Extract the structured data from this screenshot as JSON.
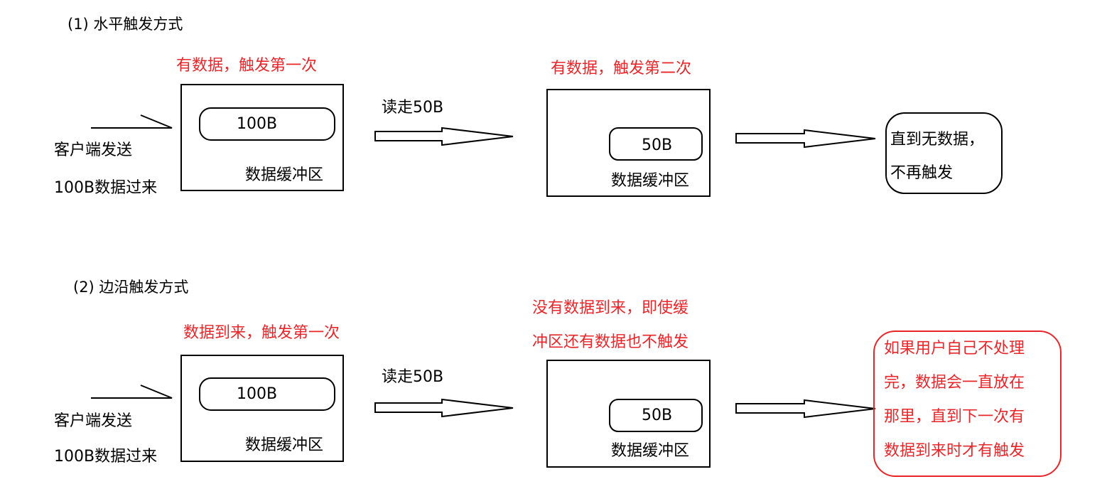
{
  "colors": {
    "stroke": "#000000",
    "red": "#e8262a",
    "background": "#ffffff"
  },
  "level": {
    "title": "(1) 水平触发方式",
    "label_first": "有数据，触发第一次",
    "label_second": "有数据，触发第二次",
    "client_line1": "客户端发送",
    "client_line2": "100B数据过来",
    "pill_100": "100B",
    "buffer_label": "数据缓冲区",
    "read": "读走50B",
    "pill_50": "50B",
    "note_line1": "直到无数据，",
    "note_line2": "不再触发"
  },
  "edge": {
    "title": "(2) 边沿触发方式",
    "label_first": "数据到来，触发第一次",
    "label_second_line1": "没有数据到来，即使缓",
    "label_second_line2": "冲区还有数据也不触发",
    "client_line1": "客户端发送",
    "client_line2": "100B数据过来",
    "pill_100": "100B",
    "buffer_label": "数据缓冲区",
    "read": "读走50B",
    "pill_50": "50B",
    "note_line1": "如果用户自己不处理",
    "note_line2": "完，数据会一直放在",
    "note_line3": "那里，直到下一次有",
    "note_line4": "数据到来时才有触发"
  }
}
